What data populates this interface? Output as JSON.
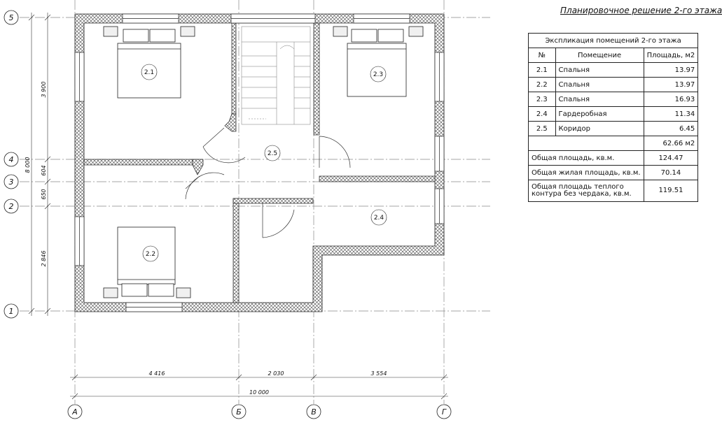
{
  "title": "Планировочное решение 2-го этажа",
  "axes_vertical": [
    {
      "label": "А"
    },
    {
      "label": "Б"
    },
    {
      "label": "В"
    },
    {
      "label": "Г"
    }
  ],
  "axes_horizontal": [
    {
      "label": "5"
    },
    {
      "label": "4"
    },
    {
      "label": "3"
    },
    {
      "label": "2"
    },
    {
      "label": "1"
    }
  ],
  "dims_horizontal": {
    "seg1": "4 416",
    "seg2": "2 030",
    "seg3": "3 554",
    "total": "10 000"
  },
  "dims_vertical": {
    "seg1": "3 900",
    "seg2": "604",
    "seg3": "650",
    "seg4": "2 846",
    "total": "8 000"
  },
  "rooms": [
    {
      "label": "2.1"
    },
    {
      "label": "2.2"
    },
    {
      "label": "2.3"
    },
    {
      "label": "2.4"
    },
    {
      "label": "2.5"
    }
  ],
  "explication": {
    "caption": "Экспликация помещений 2-го этажа",
    "headers": [
      "№",
      "Помещение",
      "Площадь, м2"
    ],
    "rows": [
      {
        "num": "2.1",
        "name": "Спальня",
        "area": "13.97"
      },
      {
        "num": "2.2",
        "name": "Спальня",
        "area": "13.97"
      },
      {
        "num": "2.3",
        "name": "Спальня",
        "area": "16.93"
      },
      {
        "num": "2.4",
        "name": "Гардеробная",
        "area": "11.34"
      },
      {
        "num": "2.5",
        "name": "Коридор",
        "area": "6.45"
      }
    ],
    "sum": "62.66 м2",
    "totals": [
      {
        "label": "Общая площадь, кв.м.",
        "value": "124.47"
      },
      {
        "label": "Общая жилая площадь, кв.м.",
        "value": "70.14"
      },
      {
        "label": "Общая площадь теплого контура без чердака, кв.м.",
        "value": "119.51"
      }
    ]
  }
}
